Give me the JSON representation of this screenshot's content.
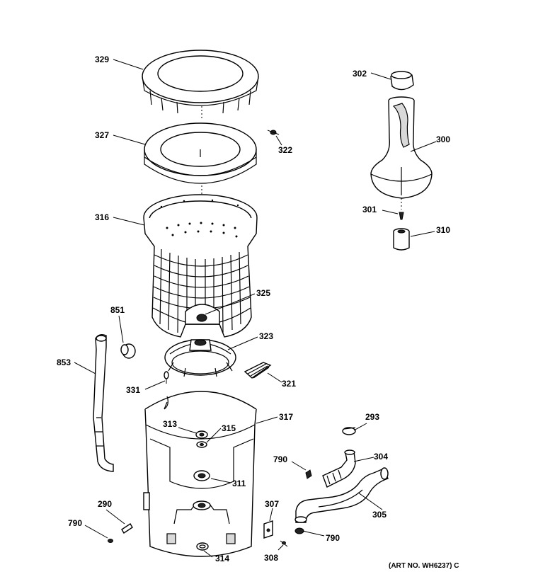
{
  "art_number": "(ART NO. WH6237) C",
  "callouts": {
    "c329": "329",
    "c327": "327",
    "c322": "322",
    "c316": "316",
    "c325": "325",
    "c851": "851",
    "c853": "853",
    "c323": "323",
    "c321": "321",
    "c331": "331",
    "c317": "317",
    "c313": "313",
    "c315": "315",
    "c311": "311",
    "c293": "293",
    "c304": "304",
    "c790a": "790",
    "c305": "305",
    "c307": "307",
    "c290": "290",
    "c790b": "790",
    "c790c": "790",
    "c314": "314",
    "c308": "308",
    "c302": "302",
    "c300": "300",
    "c301": "301",
    "c310": "310"
  }
}
